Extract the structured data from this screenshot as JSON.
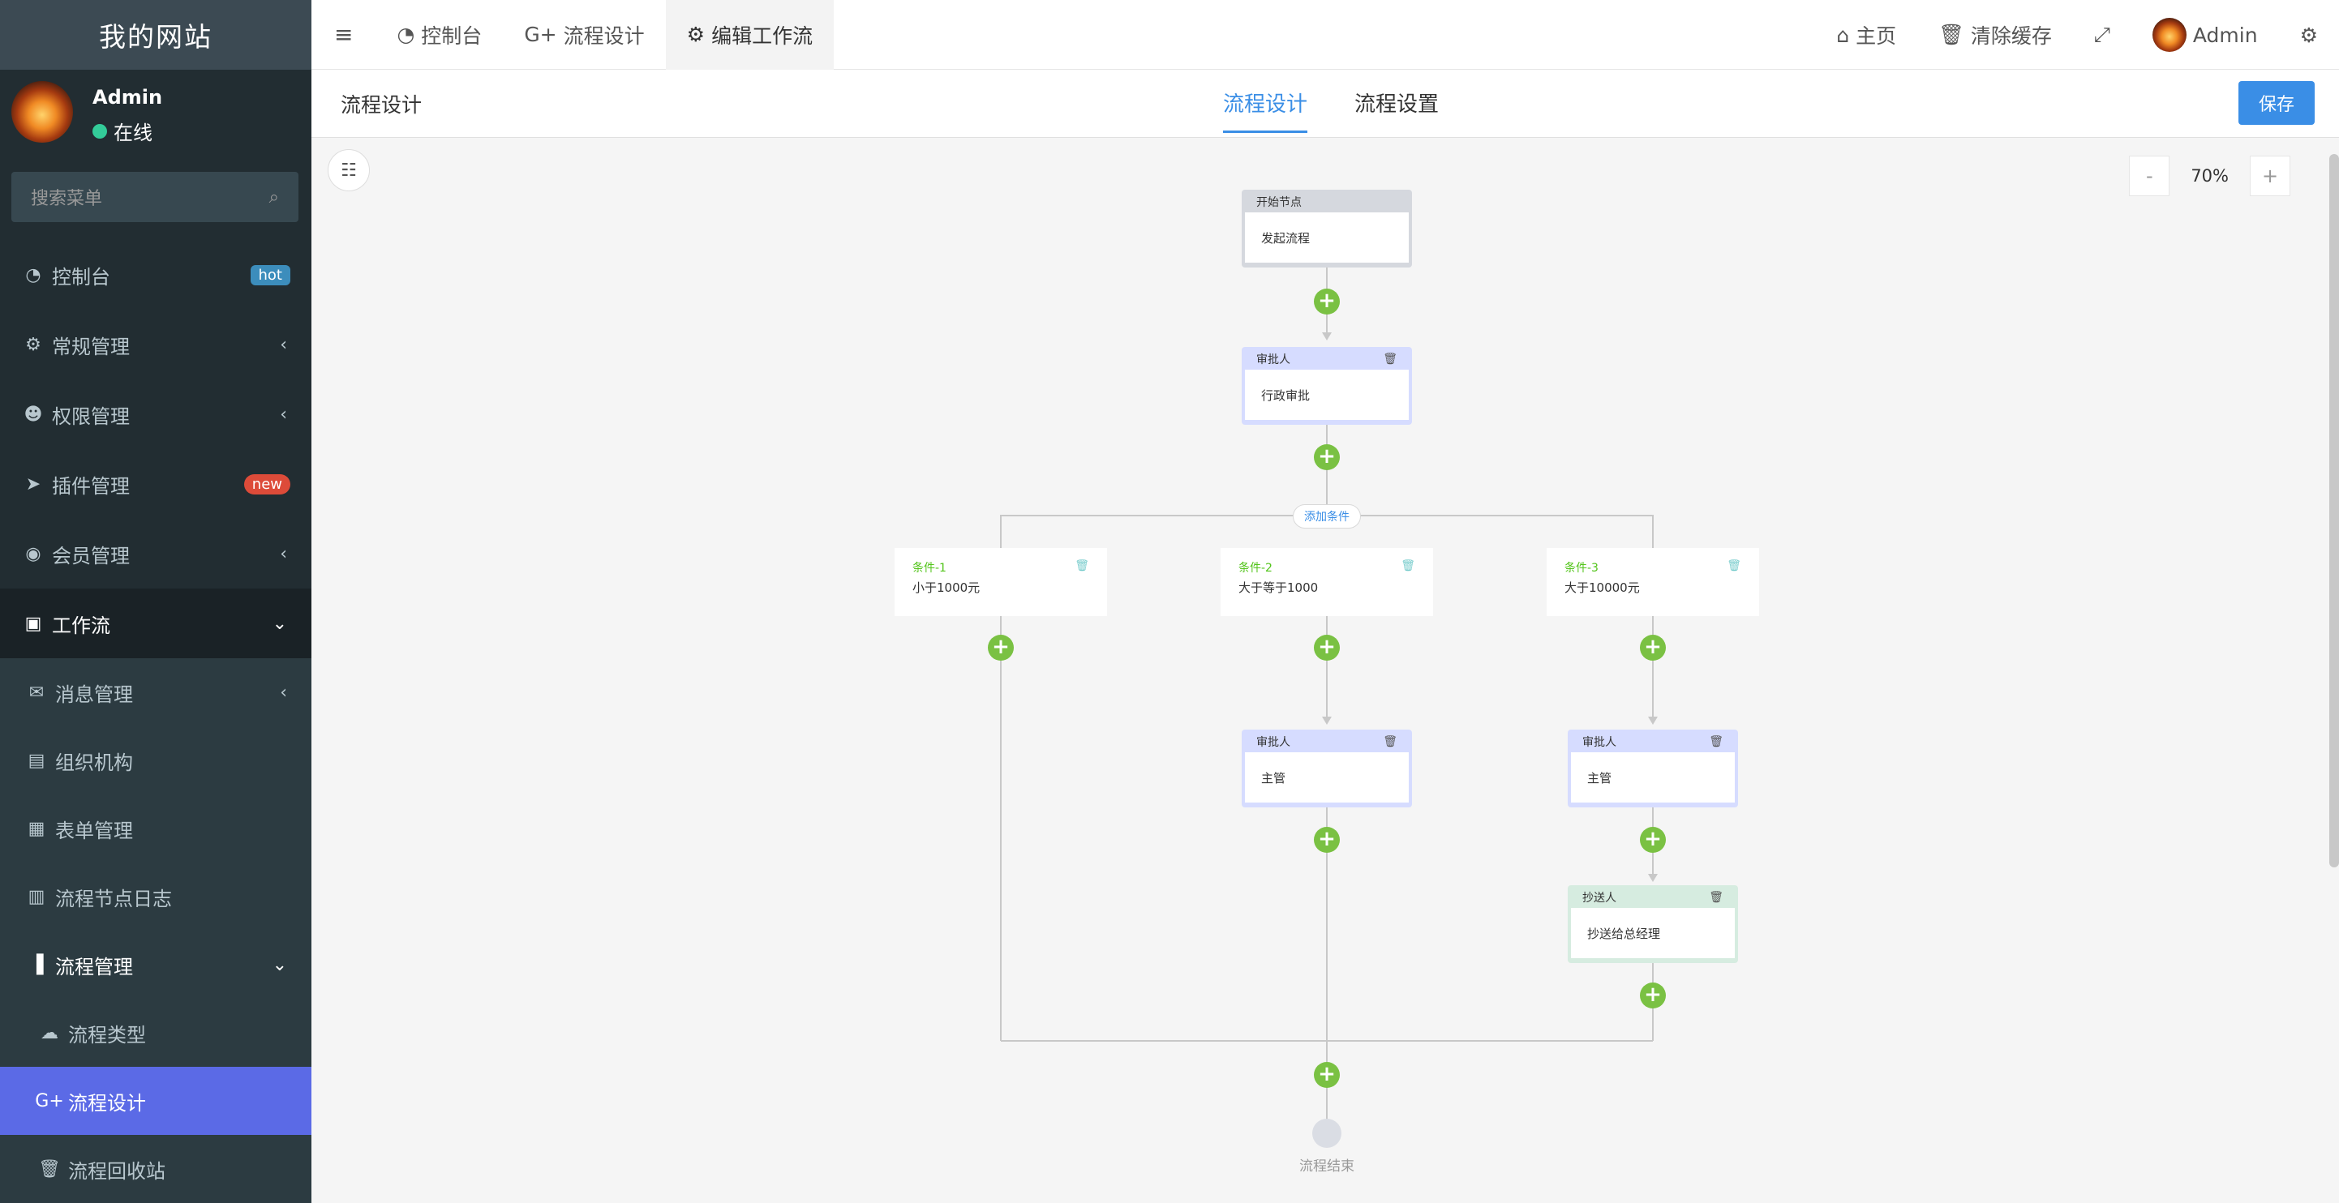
{
  "sidebar": {
    "site_title": "我的网站",
    "user": {
      "name": "Admin",
      "status": "在线"
    },
    "search_placeholder": "搜索菜单",
    "items": [
      {
        "label": "控制台",
        "icon": "dashboard-icon",
        "badge": "hot",
        "badge_color": "#3c8dbc"
      },
      {
        "label": "常规管理",
        "icon": "cogs-icon"
      },
      {
        "label": "权限管理",
        "icon": "users-icon"
      },
      {
        "label": "插件管理",
        "icon": "rocket-icon",
        "badge": "new",
        "badge_color": "#dd4b39"
      },
      {
        "label": "会员管理",
        "icon": "user-circle-icon"
      },
      {
        "label": "工作流",
        "icon": "workflow-icon"
      }
    ],
    "workflow_children": [
      {
        "label": "消息管理",
        "icon": "envelope-icon"
      },
      {
        "label": "组织机构",
        "icon": "org-icon"
      },
      {
        "label": "表单管理",
        "icon": "form-icon"
      },
      {
        "label": "流程节点日志",
        "icon": "calendar-icon"
      },
      {
        "label": "流程管理",
        "icon": "barcode-icon"
      }
    ],
    "process_children": [
      {
        "label": "流程类型",
        "icon": "cloud-icon"
      },
      {
        "label": "流程设计",
        "icon": "google-plus-icon"
      },
      {
        "label": "流程回收站",
        "icon": "trash-icon"
      }
    ]
  },
  "topbar": {
    "tabs": [
      {
        "label": "控制台",
        "icon": "dashboard-icon"
      },
      {
        "label": "流程设计",
        "icon": "google-plus-icon"
      },
      {
        "label": "编辑工作流",
        "icon": "gear-icon"
      }
    ],
    "home": "主页",
    "clear_cache": "清除缓存",
    "user": "Admin"
  },
  "subheader": {
    "title": "流程设计",
    "tabs": [
      "流程设计",
      "流程设置"
    ],
    "save": "保存"
  },
  "canvas": {
    "zoom_minus": "-",
    "zoom_level": "70%",
    "zoom_plus": "+",
    "start_node": {
      "header": "开始节点",
      "body": "发起流程"
    },
    "approver_node": {
      "header": "审批人",
      "body": "行政审批"
    },
    "add_condition": "添加条件",
    "conditions": [
      {
        "title": "条件-1",
        "desc": "小于1000元"
      },
      {
        "title": "条件-2",
        "desc": "大于等于1000"
      },
      {
        "title": "条件-3",
        "desc": "大于10000元"
      }
    ],
    "branch2_approver": {
      "header": "审批人",
      "body": "主管"
    },
    "branch3_approver": {
      "header": "审批人",
      "body": "主管"
    },
    "branch3_cc": {
      "header": "抄送人",
      "body": "抄送给总经理"
    },
    "end_label": "流程结束"
  }
}
